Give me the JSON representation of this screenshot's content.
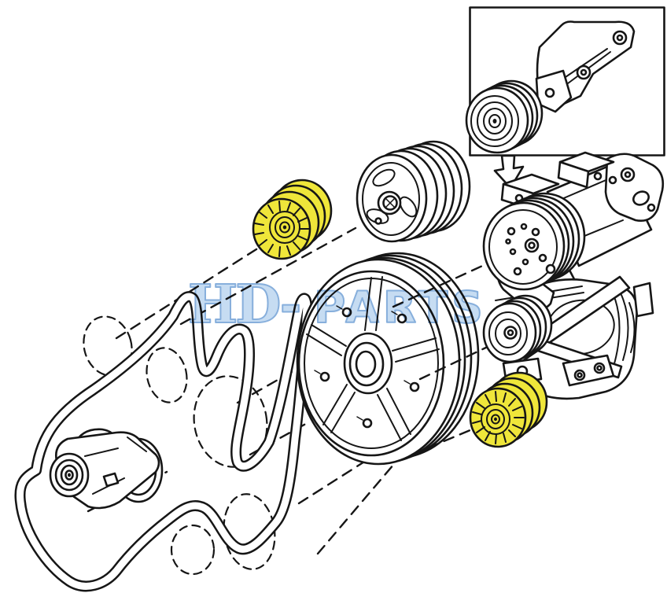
{
  "diagram": {
    "title": "accessory-belt-drive-exploded-diagram",
    "watermark": {
      "prefix": "HD-",
      "suffix": "PARTS"
    },
    "colors": {
      "line": "#161616",
      "background": "#ffffff",
      "highlight_yellow": "#efe63a",
      "watermark_fill": "#b9d4ef",
      "watermark_outline": "#6c9dd4"
    },
    "parts": [
      {
        "id": "inset-tensioner-assembly",
        "label": "belt tensioner assembly (detail inset)"
      },
      {
        "id": "down-arrow",
        "label": "installation direction arrow"
      },
      {
        "id": "idler-pulley-upper",
        "label": "idler pulley (highlighted)"
      },
      {
        "id": "idler-pulley-lower",
        "label": "idler pulley (highlighted)"
      },
      {
        "id": "water-pump-pulley",
        "label": "water pump pulley"
      },
      {
        "id": "crankshaft-pulley",
        "label": "crankshaft pulley"
      },
      {
        "id": "ac-compressor",
        "label": "A/C compressor"
      },
      {
        "id": "alternator",
        "label": "alternator"
      },
      {
        "id": "serpentine-belt",
        "label": "serpentine belt"
      },
      {
        "id": "belt-tensioner",
        "label": "belt tensioner"
      },
      {
        "id": "alignment-lines",
        "label": "exploded-view alignment lines"
      },
      {
        "id": "ghost-outlines",
        "label": "phantom pulley positions"
      }
    ]
  }
}
